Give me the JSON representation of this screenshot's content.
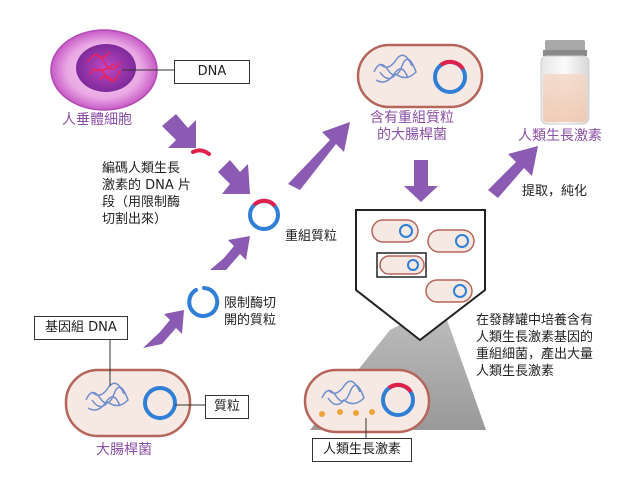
{
  "labels": {
    "human_cell": "人垂體細胞",
    "dna_box": "DNA",
    "gene_fragment": "編碼人類生長\n激素的 DNA 片\n段（用限制酶\n切割出來）",
    "recombinant_plasmid": "重組質粒",
    "cut_plasmid": "限制酶切\n開的質粒",
    "genomic_dna_box": "基因組 DNA",
    "ecoli_bottom": "大腸桿菌",
    "plasmid_box": "質粒",
    "recombinant_ecoli": "含有重組質粒\n的大腸桿菌",
    "hgh_top": "人類生長激素",
    "extract": "提取，純化",
    "fermentation": "在發酵罐中培養含有\n人類生長激素基因的\n重組細菌，產出大量\n人類生長激素",
    "hgh_box": "人類生長激素"
  },
  "colors": {
    "arrow": "#8b5ab3",
    "label_purple": "#8b4fa6",
    "plasmid_blue": "#2f7fd6",
    "insert_red": "#e0204a",
    "cell_outline": "#b5655a",
    "cell_fill": "#f6e8e2",
    "nucleus": "#d24fc6",
    "protein_dot": "#f0a33a"
  }
}
